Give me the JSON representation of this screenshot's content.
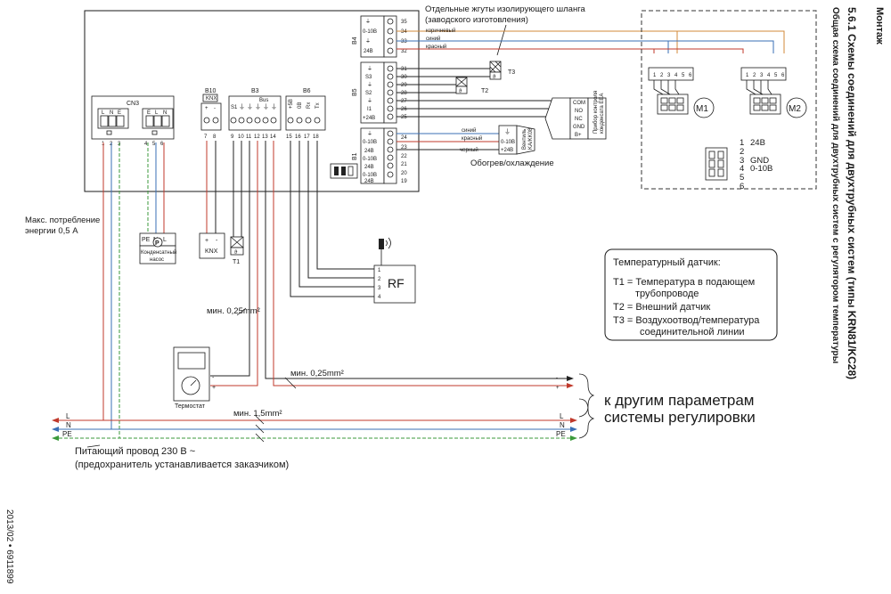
{
  "header": {
    "section": "Монтаж",
    "title": "5.6.1   Схемы соединений для двухтрубных систем (типы KRN81/KC28)",
    "subtitle": "Общая схема соединений для двухтрубных систем с регулятором температуры"
  },
  "footer": {
    "doc_id": "2013/02 • 6911899"
  },
  "harness": {
    "line1": "Отдельные жгуты изолирующего шланга",
    "line2": "(заводского изготовления)"
  },
  "wire_colors": {
    "brown": "коричневый",
    "blue": "синий",
    "red": "красный",
    "black": "черный"
  },
  "connectors": {
    "cn3": "CN3",
    "cn3_pins_a": [
      "L",
      "N",
      "E"
    ],
    "cn3_pins_b": [
      "E",
      "L",
      "N"
    ],
    "cn3_numbers": [
      "1",
      "2",
      "3",
      "4",
      "5",
      "6"
    ],
    "b10": "B10",
    "b10_sub": "KNX",
    "b10_pins": [
      "+",
      "-"
    ],
    "b10_numbers": [
      "7",
      "8"
    ],
    "b3": "B3",
    "b3_bus": "Bus",
    "b3_pins": [
      "S1",
      "⏚",
      "⏚",
      "⏚",
      "⏚",
      "⏚"
    ],
    "b3_numbers": [
      "9",
      "10",
      "11",
      "12",
      "13",
      "14"
    ],
    "b6": "B6",
    "b6_pins": [
      "+5B",
      "0B",
      "Rx",
      "Tx"
    ],
    "b6_numbers": [
      "15",
      "16",
      "17",
      "18"
    ],
    "b4": "B4",
    "b4_pins": [
      "⏚",
      "0-10B",
      "⏚",
      "24B"
    ],
    "b4_numbers": [
      "35",
      "34",
      "33",
      "32"
    ],
    "b5": "B5",
    "b5_pins": [
      "⏚",
      "S3",
      "⏚",
      "S2",
      "⏚",
      "I1",
      "+24B"
    ],
    "b5_numbers": [
      "31",
      "30",
      "29",
      "28",
      "27",
      "26",
      "25"
    ],
    "b1": "B1",
    "b1_pins": [
      "⏚",
      "0-10B",
      "24B",
      "0-10B",
      "24B",
      "0-10B",
      "24B"
    ],
    "b1_numbers": [
      "24",
      "23",
      "22",
      "21",
      "20",
      "19"
    ]
  },
  "power": {
    "max_consumption_1": "Макс. потребление",
    "max_consumption_2": "энергии 0,5 А",
    "L": "L",
    "N": "N",
    "PE": "PE",
    "supply_1": "Питающий провод 230 В ~",
    "supply_2": "(предохранитель устанавливается заказчиком)",
    "min_15": "мин. 1,5mm²"
  },
  "pump": {
    "pins": [
      "PE",
      "N",
      "L"
    ],
    "symbol": "P",
    "label_1": "Конденсатный",
    "label_2": "насос"
  },
  "knx": {
    "pins": [
      "+",
      "-"
    ],
    "label": "KNX"
  },
  "sensors": {
    "t1": "T1",
    "t2": "T2",
    "t3": "T3",
    "theta": "ϑ"
  },
  "rf": {
    "label": "RF",
    "pins": [
      "1",
      "2",
      "3",
      "4"
    ]
  },
  "min_025": "мин. 0,25mm²",
  "thermostat": {
    "label": "Термостат",
    "minus": "-",
    "plus": "+"
  },
  "other_params": {
    "line1": "к другим параметрам",
    "line2": "системы регулировки"
  },
  "relay": {
    "pins": [
      "COM",
      "NO",
      "NC",
      "GND",
      "B+"
    ],
    "label_1": "Прибор контроля",
    "label_2": "конденсата EEA"
  },
  "valve": {
    "pin_a": "⏚",
    "pin_b": "0-10B",
    "pin_c": "+24B",
    "label_1": "Вентиль",
    "label_2": "KA/KK08"
  },
  "heat_cool": "Обогрев/охлаждение",
  "motors": {
    "m1": "M1",
    "m2": "M2",
    "pins": [
      "1",
      "2",
      "3",
      "4",
      "5",
      "6"
    ]
  },
  "pinout": {
    "numbers": [
      "1",
      "2",
      "3",
      "4",
      "5",
      "6"
    ],
    "labels": [
      "24B",
      "",
      "GND",
      "0-10B",
      "",
      ""
    ]
  },
  "legend": {
    "title": "Температурный датчик:",
    "t1_a": "T1 = Температура в подающем",
    "t1_b": "трубопроводе",
    "t2": "T2 = Внешний датчик",
    "t3_a": "T3 = Воздухоотвод/температура",
    "t3_b": "соединительной линии"
  }
}
